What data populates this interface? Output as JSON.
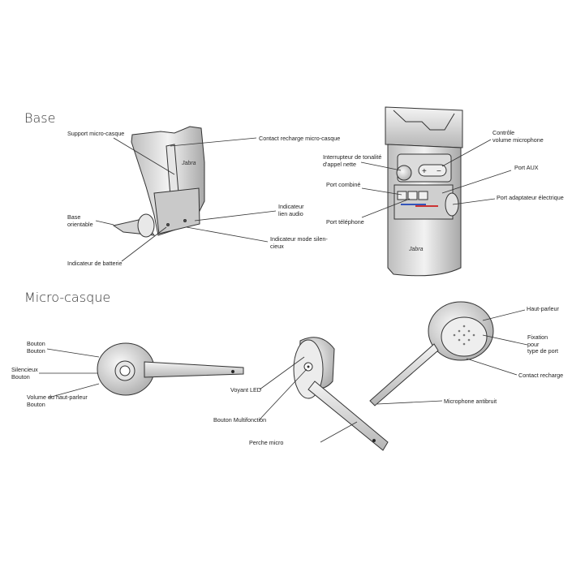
{
  "sections": {
    "base": "Base",
    "headset": "Micro-casque"
  },
  "brand": "Jabra",
  "base_labels": {
    "headset_holder": "Support micro-casque",
    "charge_contact": "Contact recharge micro-casque",
    "swivel_base": [
      "Base",
      "orientable"
    ],
    "audio_link_indicator": [
      "Indicateur",
      "lien audio"
    ],
    "mute_mode_indicator": [
      "Indicateur mode silen-",
      "cieux"
    ],
    "battery_indicator": "Indicateur de batterie",
    "tone_switch": [
      "Interrupteur de tonalité",
      "d'appel nette"
    ],
    "mic_volume": [
      "Contrôle",
      "volume microphone"
    ],
    "aux_port": "Port AUX",
    "handset_port": "Port combiné",
    "power_port": "Port adaptateur électrique",
    "phone_port": "Port téléphone"
  },
  "headset_labels": {
    "button": [
      "Bouton",
      "Bouton"
    ],
    "mute": [
      "Silencieux",
      "Bouton"
    ],
    "speaker_volume": [
      "Volume du haut-parleur",
      "Bouton"
    ],
    "led": "Voyant LED",
    "multifunction": "Bouton Multifonction",
    "boom": "Perche micro",
    "speaker": "Haut-parleur",
    "attachment": [
      "Fixation",
      "pour",
      "type de port"
    ],
    "charge_contact": "Contact recharge",
    "noise_mic": "Microphone antibruit"
  }
}
